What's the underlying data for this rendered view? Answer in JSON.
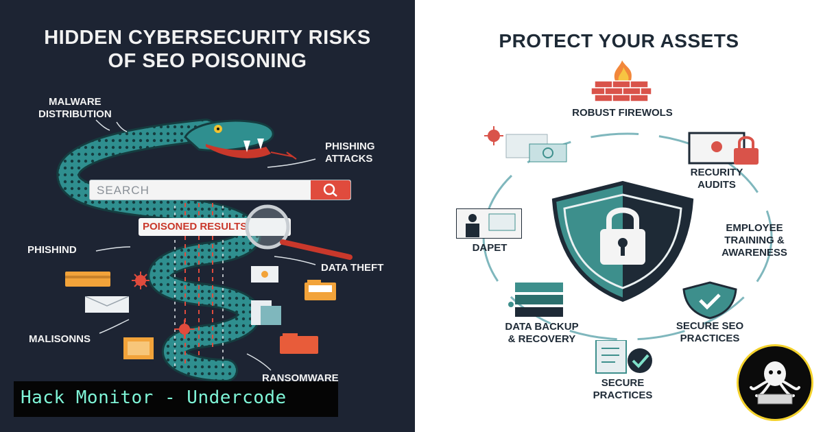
{
  "left_panel": {
    "title_line1": "HIDDEN CYBERSECURITY RISKS",
    "title_line2": "OF SEO POISONING",
    "labels": {
      "malware_line1": "MALWARE",
      "malware_line2": "DISTRIBUTION",
      "phishing_line1": "PHISHING",
      "phishing_line2": "ATTACKS",
      "phishind": "PHISHIND",
      "data_theft": "DATA THEFT",
      "malisonns": "MALISONNS",
      "ransomware": "RANSOMWARE"
    },
    "search_placeholder": "SEARCH",
    "poisoned_results": "POISONED RESULTS",
    "colors": {
      "snake": "#2f8f8f",
      "accent": "#e04b3d",
      "background": "#1d2433"
    }
  },
  "right_panel": {
    "title": "PROTECT YOUR ASSETS",
    "labels": {
      "firewall": "ROBUST FIREWOLS",
      "audits_line1": "RECURITY",
      "audits_line2": "AUDITS",
      "training_line1": "EMPLOYEE",
      "training_line2": "TRAINING &",
      "training_line3": "AWARENESS",
      "secure_seo_line1": "SECURE SEO",
      "secure_seo_line2": "PRACTICES",
      "secure_practices_line1": "SECURE",
      "secure_practices_line2": "PRACTICES",
      "backup_line1": "DATA BACKUP",
      "backup_line2": "& RECOVERY",
      "dapet": "DAPET"
    },
    "colors": {
      "shield_teal": "#3d8f8c",
      "shield_dark": "#1e2a36",
      "ring": "#7fb7bd"
    }
  },
  "banner": {
    "text": "Hack Monitor - Undercode"
  },
  "icons": [
    "snake-icon",
    "search-icon",
    "magnifier-icon",
    "virus-icon",
    "credit-card-icon",
    "envelope-icon",
    "folder-icon",
    "file-icon",
    "shield-lock-icon",
    "firewall-icon",
    "monitor-lock-icon",
    "presenter-icon",
    "server-icon",
    "checkmark-shield-icon",
    "document-check-icon",
    "octopus-logo-icon"
  ]
}
